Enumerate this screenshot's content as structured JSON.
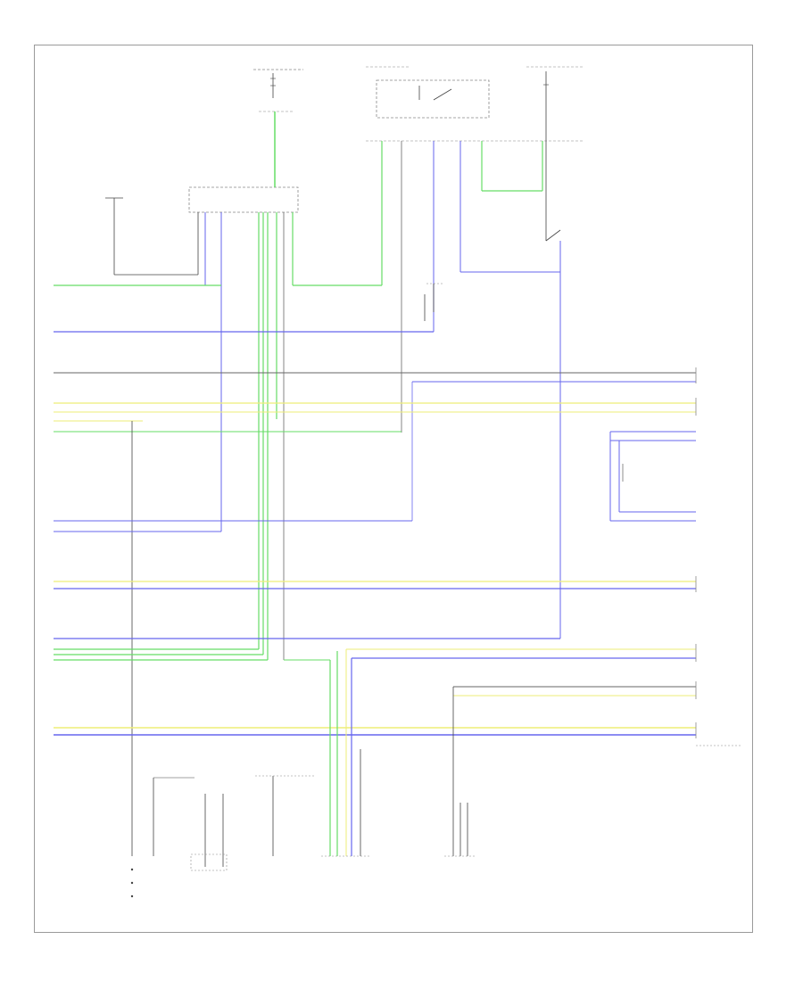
{
  "colors": {
    "green": "#66dd66",
    "blue": "#6666ee",
    "yellow": "#eeee77",
    "gray": "#888888",
    "dark": "#444444",
    "frame": "#9a9a9a"
  },
  "footer_text": "",
  "components": [
    {
      "id": "fuse-block-top-left",
      "name": "",
      "desc": ""
    },
    {
      "id": "main-relay",
      "name": "",
      "desc": ""
    },
    {
      "id": "fuse-block-top-right",
      "name": "",
      "desc": ""
    },
    {
      "id": "instrument-cluster",
      "name": "",
      "desc": ""
    },
    {
      "id": "transmission-ground",
      "name": "",
      "desc": ""
    },
    {
      "id": "stop-lamp-switch",
      "name": "",
      "desc": ""
    },
    {
      "id": "neutral-switch",
      "name": "",
      "desc": ""
    },
    {
      "id": "speed-sensor-right",
      "name": "",
      "desc": ""
    },
    {
      "id": "connector-bottom-right",
      "name": "",
      "desc": ""
    },
    {
      "id": "sensor-bottom-1",
      "name": "",
      "desc": ""
    },
    {
      "id": "sensor-bottom-2",
      "name": "",
      "desc": ""
    },
    {
      "id": "solenoid-bottom-3",
      "name": "",
      "desc": ""
    },
    {
      "id": "transmission-solenoid",
      "name": "",
      "desc": ""
    },
    {
      "id": "sensor-bottom-5",
      "name": "",
      "desc": ""
    }
  ]
}
